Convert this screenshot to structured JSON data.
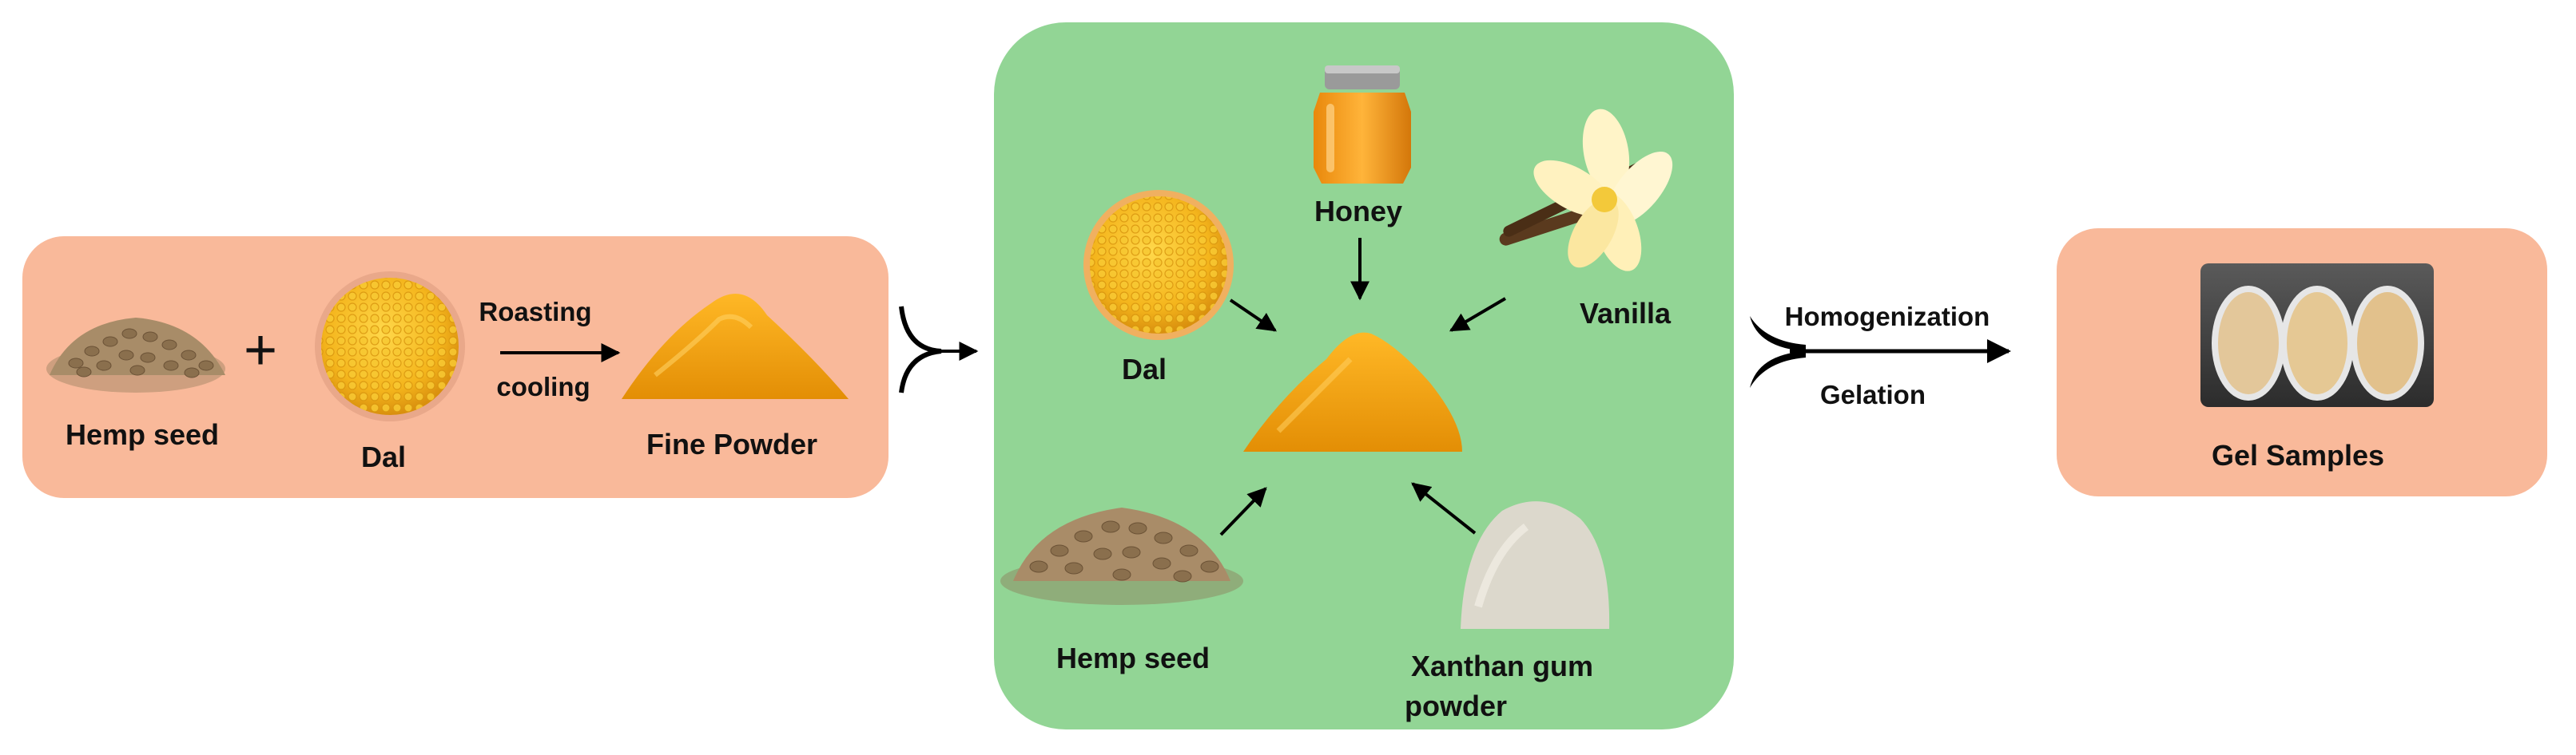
{
  "panels": {
    "left": {
      "hemp_seed": "Hemp seed",
      "plus": "+",
      "dal": "Dal",
      "step_top": "Roasting",
      "step_bottom": "cooling",
      "fine_powder": "Fine Powder"
    },
    "middle": {
      "honey": "Honey",
      "vanilla": "Vanilla",
      "dal": "Dal",
      "hemp_seed": "Hemp seed",
      "xanthan_line1": "Xanthan gum",
      "xanthan_line2": "powder"
    },
    "process": {
      "step_top": "Homogenization",
      "step_bottom": "Gelation"
    },
    "right": {
      "gel_samples": "Gel Samples"
    }
  },
  "colors": {
    "peach_panel": "#f9b99a",
    "green_panel": "#92d595",
    "powder": "#f3a10f",
    "dal": "#f5c02a",
    "arrow": "#000000"
  }
}
